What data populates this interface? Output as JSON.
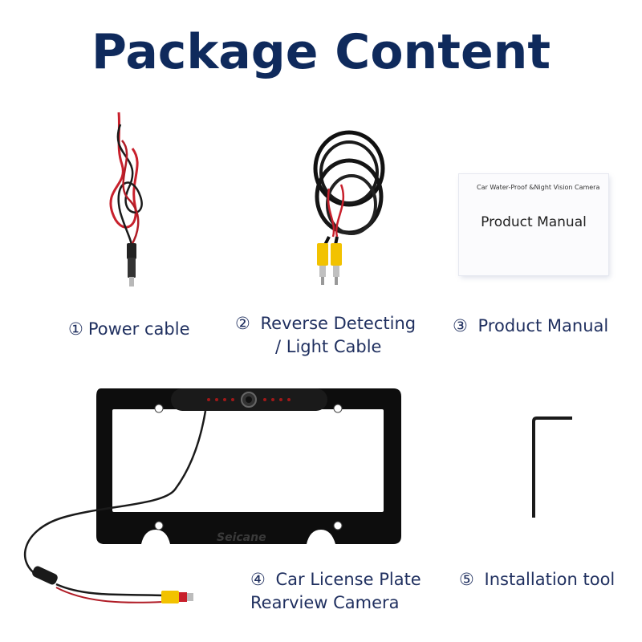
{
  "title": "Package Content",
  "items": [
    {
      "num": "①",
      "label": "Power cable"
    },
    {
      "num": "②",
      "label_line1": "Reverse Detecting",
      "label_line2": "/ Light Cable"
    },
    {
      "num": "③",
      "label": "Product Manual"
    },
    {
      "num": "④",
      "label_line1": "Car License Plate",
      "label_line2": "Rearview  Camera"
    },
    {
      "num": "⑤",
      "label": "Installation tool"
    }
  ],
  "manual": {
    "subtitle": "Car Water-Proof &Night Vision Camera",
    "title": "Product  Manual"
  },
  "brand_on_frame": "Seicane",
  "colors": {
    "title": "#0f2a5c",
    "cable_red": "#c8202c",
    "cable_black": "#1a1a1a",
    "rca_yellow": "#f2c200"
  }
}
